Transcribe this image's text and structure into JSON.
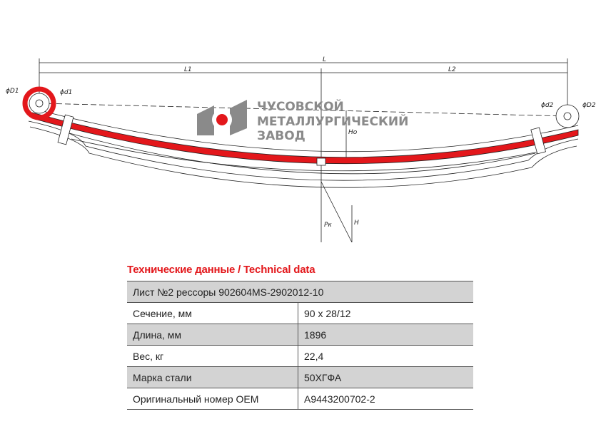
{
  "drawing": {
    "labels": {
      "L": "L",
      "L1": "L1",
      "L2": "L2",
      "D1": "ϕD1",
      "d1": "ϕd1",
      "d2": "ϕd2",
      "D2": "ϕD2",
      "Ho": "Ho",
      "H": "H",
      "Pk": "Pк"
    },
    "colors": {
      "highlight_leaf": "#e3171b",
      "outline": "#222222"
    }
  },
  "logo": {
    "line1": "ЧУСОВСКОЙ",
    "line2": "МЕТАЛЛУРГИЧЕСКИЙ",
    "line3": "ЗАВОД",
    "accent": "#e3171b",
    "gray": "#8a8a8a"
  },
  "section_title": "Технические данные / Technical data",
  "table": {
    "header": "Лист №2 рессоры 902604MS-2902012-10",
    "rows": [
      {
        "label": "Сечение, мм",
        "value": "90 х 28/12"
      },
      {
        "label": "Длина, мм",
        "value": "1896"
      },
      {
        "label": "Вес, кг",
        "value": "22,4"
      },
      {
        "label": "Марка стали",
        "value": "50ХГФА"
      },
      {
        "label": "Оригинальный номер OEM",
        "value": "A9443200702-2"
      }
    ]
  }
}
